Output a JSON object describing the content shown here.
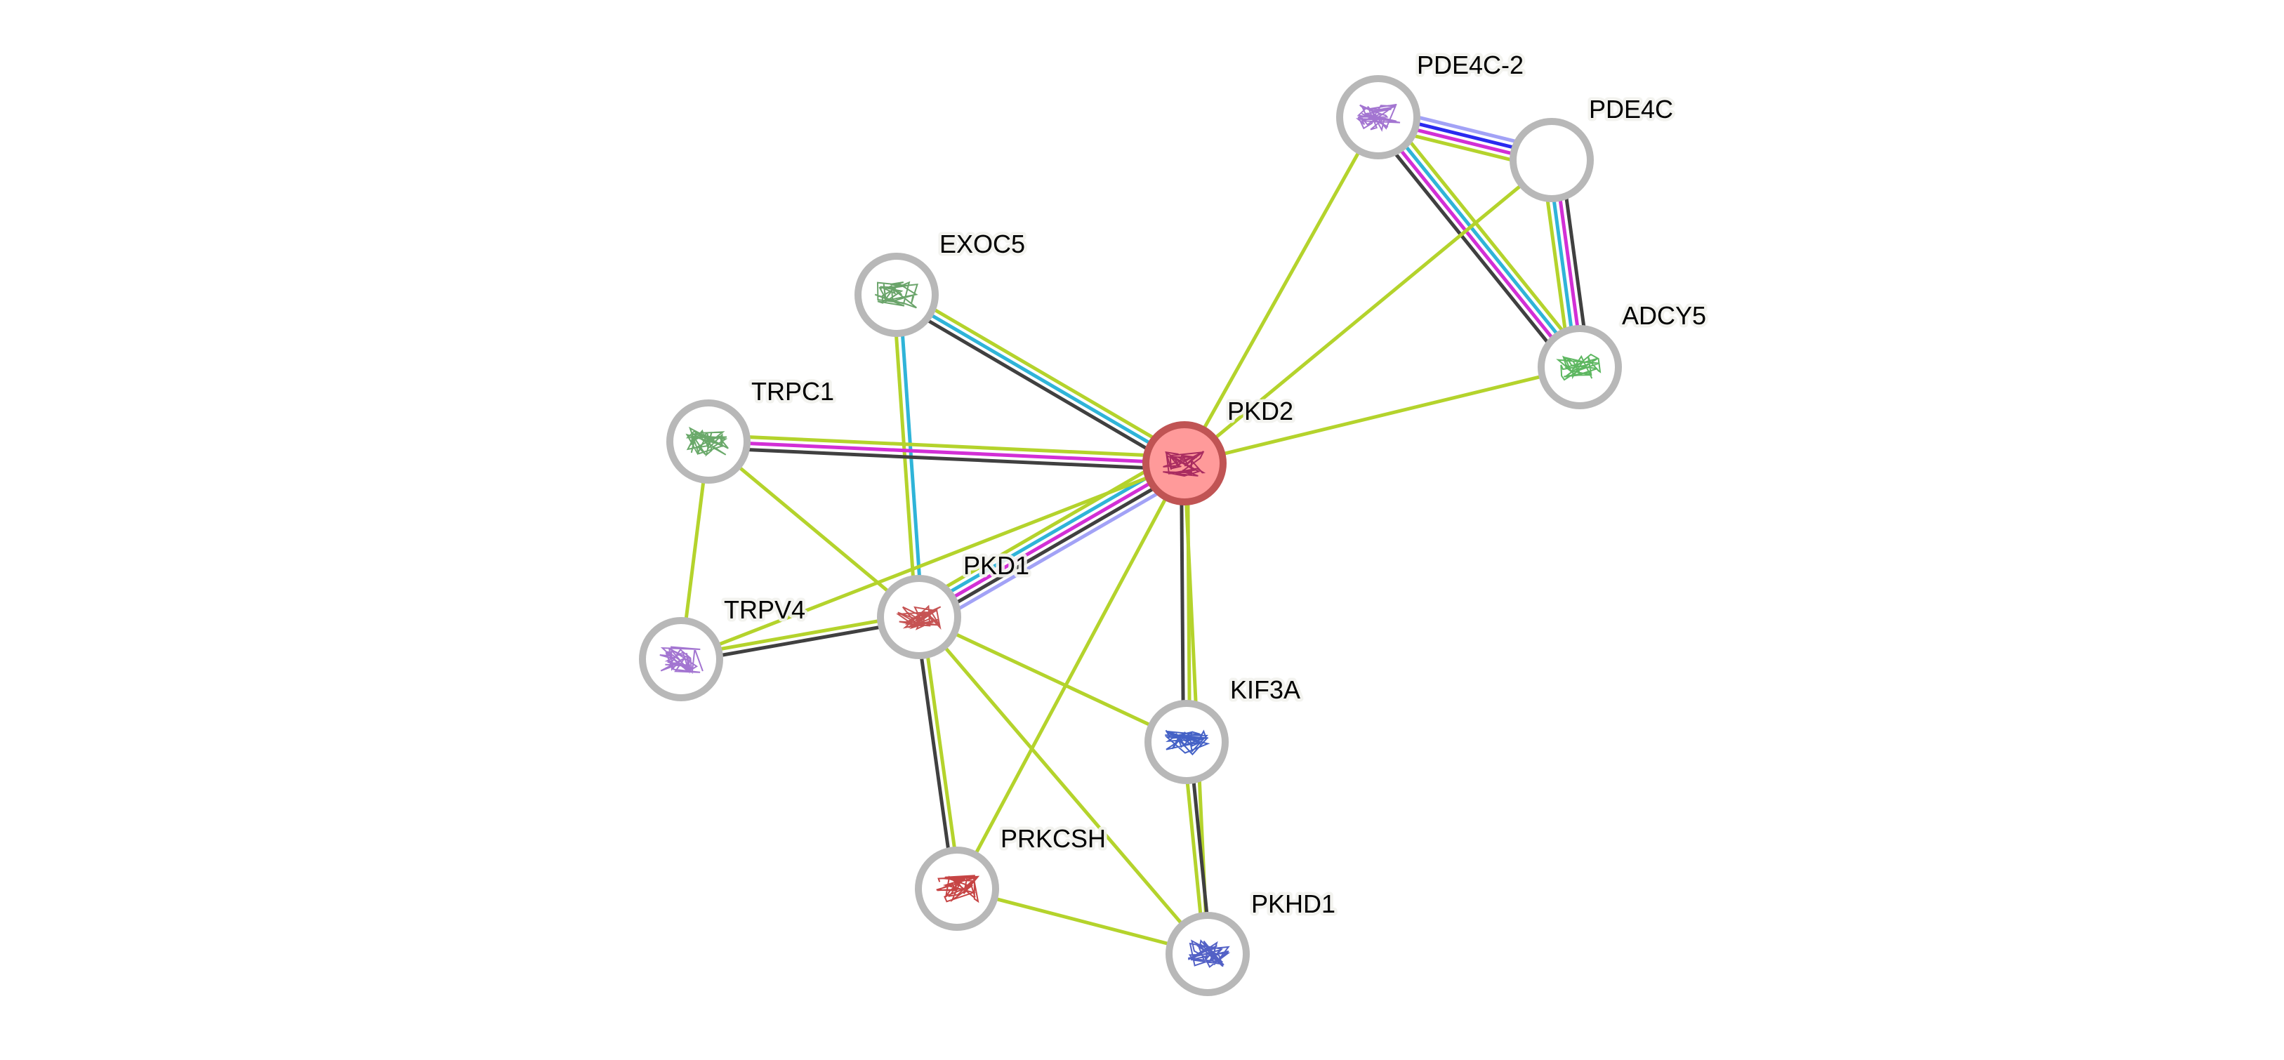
{
  "title": "STRING protein interaction network around PKD2",
  "colors": {
    "textmining": "#b4d32c",
    "coexpression": "#404040",
    "experiments": "#d22fd6",
    "databases": "#2fb4d8",
    "homology": "#a2a2f6",
    "cooccurrence": "#2a2af0",
    "node_ring": "#b8b8b8",
    "query_fill": "#ff9a9a",
    "query_ring": "#c05454"
  },
  "nodes": [
    {
      "id": "PKD2",
      "label": "PKD2",
      "query": true,
      "art": "#a0205a"
    },
    {
      "id": "PDE4C-2",
      "label": "PDE4C-2",
      "query": false,
      "art": "#9966cc"
    },
    {
      "id": "PDE4C",
      "label": "PDE4C",
      "query": false,
      "art": null
    },
    {
      "id": "ADCY5",
      "label": "ADCY5",
      "query": false,
      "art": "#4caf50"
    },
    {
      "id": "EXOC5",
      "label": "EXOC5",
      "query": false,
      "art": "#5a9a5a"
    },
    {
      "id": "TRPC1",
      "label": "TRPC1",
      "query": false,
      "art": "#5aa05a"
    },
    {
      "id": "PKD1",
      "label": "PKD1",
      "query": false,
      "art": "#c04040"
    },
    {
      "id": "TRPV4",
      "label": "TRPV4",
      "query": false,
      "art": "#9966cc"
    },
    {
      "id": "KIF3A",
      "label": "KIF3A",
      "query": false,
      "art": "#3050c0"
    },
    {
      "id": "PRKCSH",
      "label": "PRKCSH",
      "query": false,
      "art": "#c03030"
    },
    {
      "id": "PKHD1",
      "label": "PKHD1",
      "query": false,
      "art": "#4050c0"
    }
  ],
  "edges": [
    {
      "from": "PDE4C-2",
      "to": "PDE4C",
      "types": [
        "homology",
        "cooccurrence",
        "experiments",
        "textmining"
      ]
    },
    {
      "from": "PDE4C-2",
      "to": "ADCY5",
      "types": [
        "textmining",
        "databases",
        "experiments",
        "coexpression"
      ]
    },
    {
      "from": "PDE4C",
      "to": "ADCY5",
      "types": [
        "coexpression",
        "experiments",
        "databases",
        "textmining"
      ]
    },
    {
      "from": "PDE4C-2",
      "to": "PKD2",
      "types": [
        "textmining"
      ]
    },
    {
      "from": "PDE4C",
      "to": "PKD2",
      "types": [
        "textmining"
      ]
    },
    {
      "from": "ADCY5",
      "to": "PKD2",
      "types": [
        "textmining"
      ]
    },
    {
      "from": "EXOC5",
      "to": "PKD2",
      "types": [
        "textmining",
        "databases",
        "coexpression"
      ]
    },
    {
      "from": "EXOC5",
      "to": "PKD1",
      "types": [
        "databases",
        "textmining"
      ]
    },
    {
      "from": "TRPC1",
      "to": "PKD2",
      "types": [
        "textmining",
        "experiments",
        "coexpression"
      ]
    },
    {
      "from": "TRPC1",
      "to": "PKD1",
      "types": [
        "textmining"
      ]
    },
    {
      "from": "TRPC1",
      "to": "TRPV4",
      "types": [
        "textmining"
      ]
    },
    {
      "from": "PKD1",
      "to": "PKD2",
      "types": [
        "textmining",
        "databases",
        "experiments",
        "coexpression",
        "homology"
      ]
    },
    {
      "from": "TRPV4",
      "to": "PKD2",
      "types": [
        "textmining"
      ]
    },
    {
      "from": "TRPV4",
      "to": "PKD1",
      "types": [
        "textmining",
        "coexpression"
      ]
    },
    {
      "from": "PKD2",
      "to": "KIF3A",
      "types": [
        "textmining",
        "coexpression"
      ]
    },
    {
      "from": "PKD2",
      "to": "PKHD1",
      "types": [
        "textmining"
      ]
    },
    {
      "from": "PKD2",
      "to": "PRKCSH",
      "types": [
        "textmining"
      ]
    },
    {
      "from": "PKD1",
      "to": "KIF3A",
      "types": [
        "textmining"
      ]
    },
    {
      "from": "PKD1",
      "to": "PRKCSH",
      "types": [
        "textmining",
        "coexpression"
      ]
    },
    {
      "from": "PKD1",
      "to": "PKHD1",
      "types": [
        "textmining"
      ]
    },
    {
      "from": "KIF3A",
      "to": "PKHD1",
      "types": [
        "coexpression",
        "textmining"
      ]
    },
    {
      "from": "PRKCSH",
      "to": "PKHD1",
      "types": [
        "textmining"
      ]
    }
  ]
}
